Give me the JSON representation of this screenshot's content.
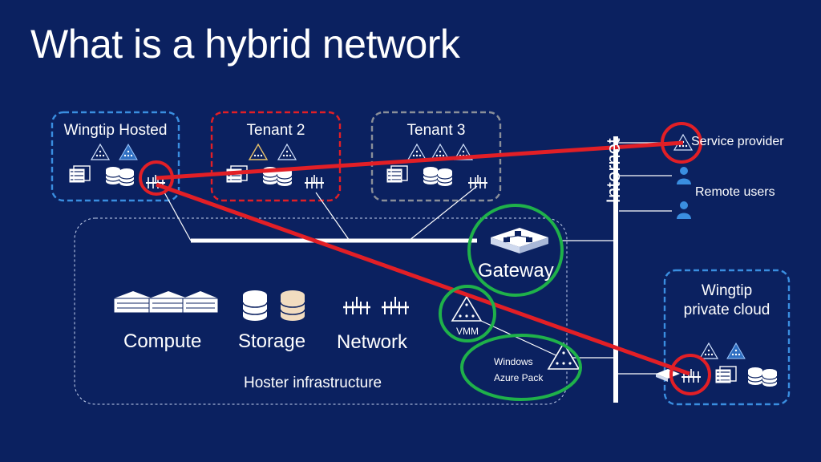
{
  "title": "What is a hybrid network",
  "boxes": {
    "wingtip_hosted": "Wingtip Hosted",
    "tenant2": "Tenant 2",
    "tenant3": "Tenant 3",
    "private_cloud_line1": "Wingtip",
    "private_cloud_line2": "private cloud"
  },
  "infrastructure": {
    "compute": "Compute",
    "storage": "Storage",
    "network": "Network",
    "label": "Hoster infrastructure"
  },
  "components": {
    "gateway": "Gateway",
    "vmm": "VMM",
    "azure_pack_line1": "Windows",
    "azure_pack_line2": "Azure Pack",
    "internet": "Internet"
  },
  "external": {
    "service_provider": "Service provider",
    "remote_users": "Remote users"
  },
  "colors": {
    "background": "#0b2160",
    "accent_blue": "#3a8ee0",
    "highlight_red": "#e21f26",
    "highlight_green": "#1fb14a"
  }
}
